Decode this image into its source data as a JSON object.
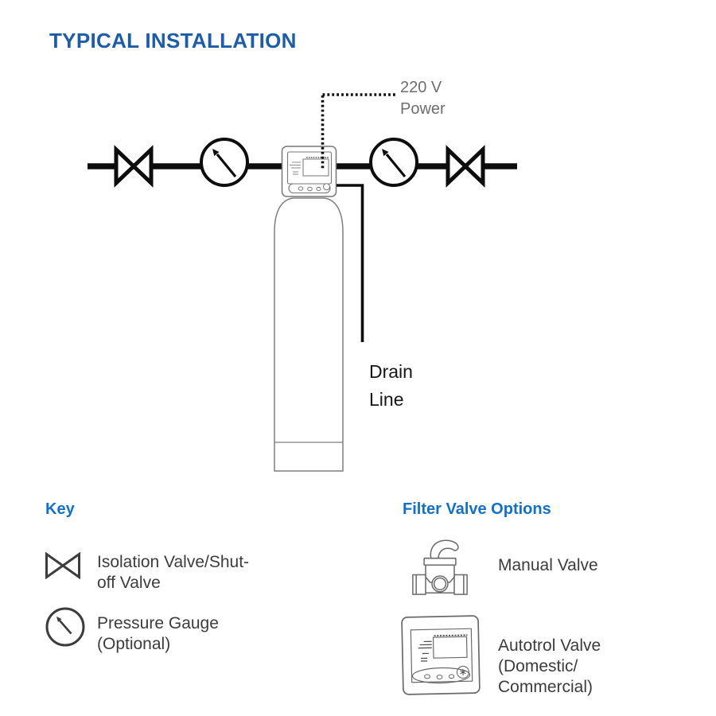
{
  "title": "TYPICAL INSTALLATION",
  "diagram": {
    "power_label": "220 V\nPower",
    "drain_label": "Drain\nLine",
    "components": [
      "supply-pipe",
      "isolation-valve-left",
      "pressure-gauge-left",
      "control-valve",
      "media-tank",
      "pressure-gauge-right",
      "isolation-valve-right",
      "power-line",
      "drain-line"
    ]
  },
  "key": {
    "heading": "Key",
    "items": [
      {
        "icon": "isolation-valve-icon",
        "label": "Isolation Valve/Shut-\noff Valve"
      },
      {
        "icon": "pressure-gauge-icon",
        "label": "Pressure Gauge\n(Optional)"
      }
    ]
  },
  "filter_valve_options": {
    "heading": "Filter Valve Options",
    "items": [
      {
        "icon": "manual-valve-icon",
        "label": "Manual Valve"
      },
      {
        "icon": "autotrol-valve-icon",
        "label": "Autotrol Valve\n(Domestic/\nCommercial)"
      }
    ]
  },
  "colors": {
    "title_blue": "#1d5ca8",
    "heading_blue": "#1470c2",
    "body_text": "#3c3c3c",
    "label_gray": "#6e6e6e",
    "diagram_black": "#0d0d0d",
    "equipment_outline_gray": "#6a6a6a"
  }
}
